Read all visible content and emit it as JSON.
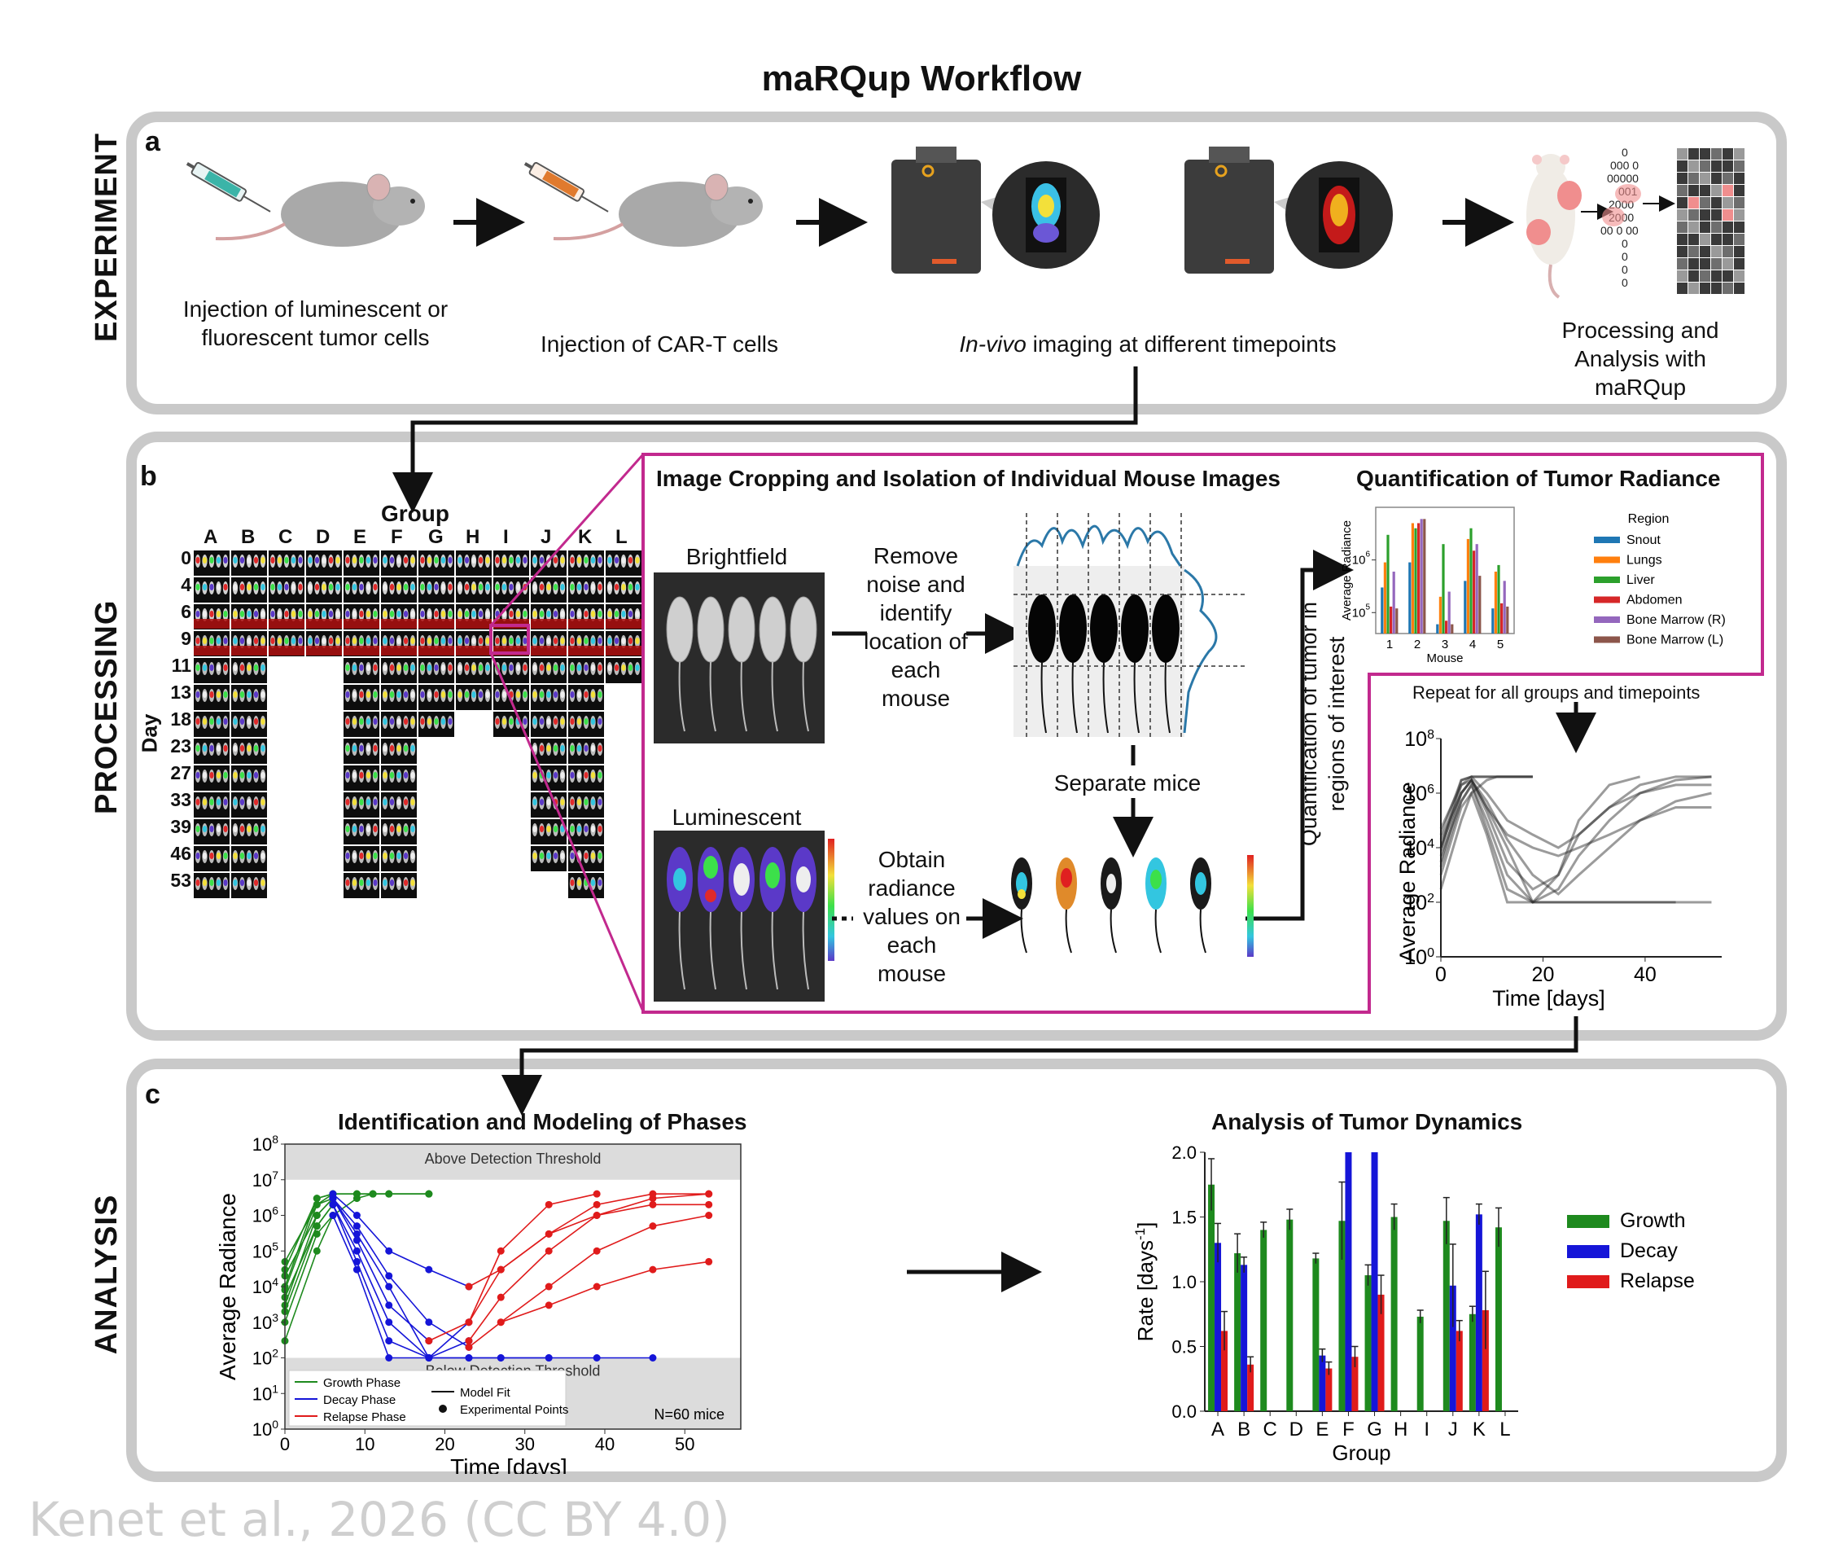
{
  "title": "maRQup Workflow",
  "watermark": "Kenet et al., 2026 (CC BY 4.0)",
  "sections": {
    "experiment": {
      "label": "EXPERIMENT",
      "letter": "a"
    },
    "processing": {
      "label": "PROCESSING",
      "letter": "b"
    },
    "analysis": {
      "label": "ANALYSIS",
      "letter": "c"
    }
  },
  "experiment": {
    "step1": "Injection of luminescent or fluorescent tumor cells",
    "step2": "Injection of CAR-T cells",
    "step3_italic": "In-vivo",
    "step3_rest": " imaging at different timepoints",
    "step4": "Processing and Analysis with maRQup",
    "matrix_numbers": [
      "0",
      "000 0",
      "00000",
      "001",
      "2000",
      "2000",
      "00 0 00",
      "0",
      "0",
      "0",
      "0"
    ]
  },
  "processing": {
    "group_label": "Group",
    "day_label": "Day",
    "groups": [
      "A",
      "B",
      "C",
      "D",
      "E",
      "F",
      "G",
      "H",
      "I",
      "J",
      "K",
      "L"
    ],
    "days": [
      "0",
      "4",
      "6",
      "9",
      "11",
      "13",
      "18",
      "23",
      "27",
      "33",
      "39",
      "46",
      "53"
    ],
    "group_last_day_index": [
      12,
      12,
      3,
      3,
      12,
      12,
      6,
      5,
      6,
      11,
      12,
      4
    ],
    "crop_title": "Image Cropping and Isolation of Individual Mouse Images",
    "brightfield": "Brightfield",
    "luminescent": "Luminescent",
    "remove_noise": "Remove noise and identify location of each mouse",
    "separate_mice": "Separate mice",
    "obtain_radiance": "Obtain radiance values on each mouse",
    "quant_vertical": "Quantification of tumor in regions of interest",
    "quant_title": "Quantification of Tumor Radiance",
    "repeat_text": "Repeat for all groups and timepoints"
  },
  "analysis": {
    "phases_title": "Identification and Modeling of Phases",
    "dynamics_title": "Analysis of Tumor Dynamics",
    "above_threshold": "Above Detection Threshold",
    "below_threshold": "Below Detection Threshold",
    "n_mice": "N=60 mice",
    "legend_growth": "Growth Phase",
    "legend_decay": "Decay Phase",
    "legend_relapse": "Relapse Phase",
    "legend_model": "Model Fit",
    "legend_points": "Experimental Points"
  },
  "colors": {
    "growth": "#1e8a1e",
    "decay": "#1515d8",
    "relapse": "#e01b1b",
    "magenta": "#c2298e",
    "panel_border": "#c9c9c9"
  },
  "chart_data": [
    {
      "id": "region_bar",
      "type": "bar",
      "xlabel": "Mouse",
      "ylabel": "Average Radiance",
      "yscale": "log",
      "ytick_labels": [
        "10^5",
        "10^6"
      ],
      "legend_title": "Region",
      "categories": [
        "1",
        "2",
        "3",
        "4",
        "5"
      ],
      "series": [
        {
          "name": "Snout",
          "color": "#1f77b4",
          "values": [
            300000,
            900000,
            60000,
            400000,
            120000
          ]
        },
        {
          "name": "Lungs",
          "color": "#ff7f0e",
          "values": [
            900000,
            5000000,
            200000,
            2500000,
            600000
          ]
        },
        {
          "name": "Liver",
          "color": "#2ca02c",
          "values": [
            3000000,
            4000000,
            2000000,
            4000000,
            800000
          ]
        },
        {
          "name": "Abdomen",
          "color": "#d62728",
          "values": [
            130000,
            5000000,
            70000,
            1500000,
            150000
          ]
        },
        {
          "name": "Bone Marrow (R)",
          "color": "#9467bd",
          "values": [
            600000,
            6000000,
            250000,
            2000000,
            400000
          ]
        },
        {
          "name": "Bone Marrow (L)",
          "color": "#8c564b",
          "values": [
            120000,
            6000000,
            60000,
            500000,
            130000
          ]
        }
      ],
      "legend_placement": "right"
    },
    {
      "id": "radiance_timeline",
      "type": "line",
      "xlabel": "Time [days]",
      "ylabel": "Average Radiance",
      "yscale": "log",
      "xlim": [
        0,
        55
      ],
      "ylim": [
        1,
        100000000
      ],
      "xtick_labels": [
        "0",
        "20",
        "40"
      ],
      "ytick_labels": [
        "10^0",
        "10^2",
        "10^4",
        "10^6",
        "10^8"
      ],
      "lines": [
        {
          "x": [
            0,
            4,
            6,
            9,
            11,
            13,
            18
          ],
          "y": [
            10000,
            3000000,
            4000000,
            4000000,
            4000000,
            4000000,
            4000000
          ]
        },
        {
          "x": [
            0,
            4,
            6,
            9,
            11,
            13,
            18
          ],
          "y": [
            50000,
            2000000,
            4000000,
            4000000,
            4000000,
            4000000,
            4000000
          ]
        },
        {
          "x": [
            0,
            4,
            6,
            9,
            11,
            13,
            18
          ],
          "y": [
            300,
            100000,
            1000000,
            3000000,
            4000000,
            4000000,
            4000000
          ]
        },
        {
          "x": [
            0,
            4,
            6,
            9,
            13,
            18,
            23,
            27,
            33,
            39,
            46,
            53
          ],
          "y": [
            20000,
            1000000,
            3000000,
            300000,
            10000,
            100,
            100,
            100,
            100,
            100,
            100,
            100
          ]
        },
        {
          "x": [
            0,
            4,
            6,
            9,
            13,
            18,
            23,
            27,
            33,
            39,
            46,
            53
          ],
          "y": [
            5000,
            500000,
            2000000,
            100000,
            1000,
            100,
            300,
            5000,
            100000,
            1000000,
            3000000,
            4000000
          ]
        },
        {
          "x": [
            0,
            4,
            6,
            9,
            13,
            18,
            23,
            27,
            33,
            39,
            46,
            53
          ],
          "y": [
            3000,
            1000000,
            3000000,
            200000,
            3000,
            300,
            1000,
            30000,
            300000,
            2000000,
            4000000,
            4000000
          ]
        },
        {
          "x": [
            0,
            4,
            6,
            9,
            13,
            18,
            23,
            27,
            33,
            39
          ],
          "y": [
            1000,
            300000,
            1000000,
            30000,
            100,
            100,
            1000,
            100000,
            2000000,
            4000000
          ]
        },
        {
          "x": [
            0,
            4,
            6,
            9,
            13,
            18,
            23,
            27,
            33,
            39,
            46,
            53
          ],
          "y": [
            8000,
            2000000,
            3000000,
            500000,
            20000,
            1000,
            200,
            1000,
            10000,
            100000,
            500000,
            1000000
          ]
        },
        {
          "x": [
            0,
            4,
            6,
            9,
            13,
            18,
            23,
            27,
            33,
            39,
            46,
            53
          ],
          "y": [
            30000,
            3000000,
            4000000,
            1000000,
            100000,
            30000,
            10000,
            30000,
            300000,
            1000000,
            2000000,
            2000000
          ]
        },
        {
          "x": [
            0,
            4,
            6,
            9,
            13,
            18,
            23,
            27,
            33,
            39,
            46
          ],
          "y": [
            2000,
            500000,
            2000000,
            50000,
            300,
            100,
            100,
            100,
            100,
            100,
            100
          ]
        },
        {
          "x": [
            0,
            4,
            6,
            9,
            13,
            18,
            23,
            27,
            33,
            39,
            46,
            53
          ],
          "y": [
            10000,
            1000000,
            3000000,
            300000,
            30000,
            10000,
            5000,
            10000,
            30000,
            100000,
            300000,
            300000
          ]
        }
      ]
    },
    {
      "id": "phases_chart",
      "type": "line",
      "xlabel": "Time [days]",
      "ylabel": "Average Radiance",
      "yscale": "log",
      "xlim": [
        0,
        57
      ],
      "ylim": [
        1,
        100000000
      ],
      "xtick_labels": [
        "0",
        "10",
        "20",
        "30",
        "40",
        "50"
      ],
      "ytick_labels": [
        "10^0",
        "10^1",
        "10^2",
        "10^3",
        "10^4",
        "10^5",
        "10^6",
        "10^7",
        "10^8"
      ],
      "above_threshold": 10000000,
      "below_threshold": 100,
      "growth": [
        {
          "x": [
            0,
            4,
            6,
            9,
            11,
            13,
            18
          ],
          "y": [
            10000,
            3000000,
            4000000,
            4000000,
            4000000,
            4000000,
            4000000
          ]
        },
        {
          "x": [
            0,
            4,
            6,
            9,
            11,
            13,
            18
          ],
          "y": [
            50000,
            2000000,
            4000000,
            4000000,
            4000000,
            4000000,
            4000000
          ]
        },
        {
          "x": [
            0,
            4,
            6,
            9,
            11,
            13,
            18
          ],
          "y": [
            300,
            100000,
            1000000,
            3000000,
            4000000,
            4000000,
            4000000
          ]
        },
        {
          "x": [
            0,
            4,
            6
          ],
          "y": [
            20000,
            1000000,
            3000000
          ]
        },
        {
          "x": [
            0,
            4,
            6
          ],
          "y": [
            5000,
            500000,
            2000000
          ]
        },
        {
          "x": [
            0,
            4,
            6
          ],
          "y": [
            3000,
            1000000,
            3000000
          ]
        },
        {
          "x": [
            0,
            4,
            6
          ],
          "y": [
            1000,
            300000,
            1000000
          ]
        },
        {
          "x": [
            0,
            4,
            6
          ],
          "y": [
            8000,
            2000000,
            3000000
          ]
        },
        {
          "x": [
            0,
            4,
            6
          ],
          "y": [
            30000,
            3000000,
            4000000
          ]
        },
        {
          "x": [
            0,
            4,
            6
          ],
          "y": [
            2000,
            500000,
            2000000
          ]
        }
      ],
      "decay": [
        {
          "x": [
            6,
            9,
            13,
            18,
            23,
            27,
            33,
            39,
            46
          ],
          "y": [
            3000000,
            300000,
            10000,
            100,
            100,
            100,
            100,
            100,
            100
          ]
        },
        {
          "x": [
            6,
            9,
            13,
            18,
            23
          ],
          "y": [
            2000000,
            100000,
            1000,
            100,
            300
          ]
        },
        {
          "x": [
            6,
            9,
            13,
            18
          ],
          "y": [
            3000000,
            200000,
            3000,
            300
          ]
        },
        {
          "x": [
            6,
            9,
            13,
            18,
            23
          ],
          "y": [
            1000000,
            30000,
            100,
            100,
            1000
          ]
        },
        {
          "x": [
            6,
            9,
            13,
            18,
            23
          ],
          "y": [
            3000000,
            500000,
            20000,
            1000,
            200
          ]
        },
        {
          "x": [
            6,
            9,
            13,
            18,
            23
          ],
          "y": [
            4000000,
            1000000,
            100000,
            30000,
            10000
          ]
        },
        {
          "x": [
            6,
            9,
            13,
            18,
            23,
            27,
            33
          ],
          "y": [
            2000000,
            50000,
            300,
            100,
            100,
            100,
            100
          ]
        }
      ],
      "relapse": [
        {
          "x": [
            23,
            27,
            33,
            39,
            46,
            53
          ],
          "y": [
            300,
            5000,
            100000,
            1000000,
            3000000,
            4000000
          ]
        },
        {
          "x": [
            18,
            23,
            27,
            33,
            39,
            46,
            53
          ],
          "y": [
            300,
            1000,
            30000,
            300000,
            2000000,
            4000000,
            4000000
          ]
        },
        {
          "x": [
            23,
            27,
            33,
            39
          ],
          "y": [
            1000,
            100000,
            2000000,
            4000000
          ]
        },
        {
          "x": [
            23,
            27,
            33,
            39,
            46,
            53
          ],
          "y": [
            200,
            1000,
            10000,
            100000,
            500000,
            1000000
          ]
        },
        {
          "x": [
            23,
            27,
            33,
            39,
            46,
            53
          ],
          "y": [
            10000,
            30000,
            300000,
            1000000,
            2000000,
            2000000
          ]
        },
        {
          "x": [
            27,
            33,
            39,
            46,
            53
          ],
          "y": [
            1000,
            3000,
            10000,
            30000,
            50000
          ]
        }
      ],
      "legend_placement": "bottom-left"
    },
    {
      "id": "dynamics_bar",
      "type": "bar",
      "xlabel": "Group",
      "ylabel": "Rate [days^-1]",
      "ylim": [
        0,
        2.0
      ],
      "ytick_labels": [
        "0.0",
        "0.5",
        "1.0",
        "1.5",
        "2.0"
      ],
      "categories": [
        "A",
        "B",
        "C",
        "D",
        "E",
        "F",
        "G",
        "H",
        "I",
        "J",
        "K",
        "L"
      ],
      "series": [
        {
          "name": "Growth",
          "color": "#1e8a1e",
          "values": [
            1.75,
            1.22,
            1.4,
            1.48,
            1.18,
            1.47,
            1.05,
            1.5,
            0.73,
            1.47,
            0.75,
            1.42
          ],
          "errors": [
            0.2,
            0.15,
            0.06,
            0.08,
            0.04,
            0.3,
            0.08,
            0.1,
            0.05,
            0.18,
            0.06,
            0.15
          ]
        },
        {
          "name": "Decay",
          "color": "#1515d8",
          "values": [
            1.3,
            1.13,
            null,
            null,
            0.43,
            2.0,
            2.0,
            null,
            null,
            0.97,
            1.52,
            null
          ],
          "errors": [
            0.15,
            0.06,
            null,
            null,
            0.05,
            0.0,
            0.0,
            null,
            null,
            0.32,
            0.08,
            null
          ]
        },
        {
          "name": "Relapse",
          "color": "#e01b1b",
          "values": [
            0.62,
            0.36,
            null,
            null,
            0.33,
            0.42,
            0.9,
            null,
            null,
            0.62,
            0.78,
            null
          ],
          "errors": [
            0.15,
            0.06,
            null,
            null,
            0.05,
            0.08,
            0.15,
            null,
            null,
            0.08,
            0.3,
            null
          ]
        }
      ],
      "legend_placement": "right"
    }
  ]
}
